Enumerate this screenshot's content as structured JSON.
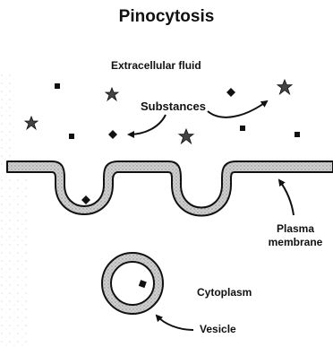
{
  "diagram": {
    "title": "Pinocytosis",
    "labels": {
      "extracellular": "Extracellular fluid",
      "substances": "Substances",
      "plasma_line1": "Plasma",
      "plasma_line2": "membrane",
      "cytoplasm": "Cytoplasm",
      "vesicle": "Vesicle"
    },
    "colors": {
      "ink": "#111111",
      "membrane_fill": "#c9c9c9",
      "background": "#ffffff"
    },
    "particle_shapes": [
      "square",
      "star",
      "diamond"
    ]
  }
}
